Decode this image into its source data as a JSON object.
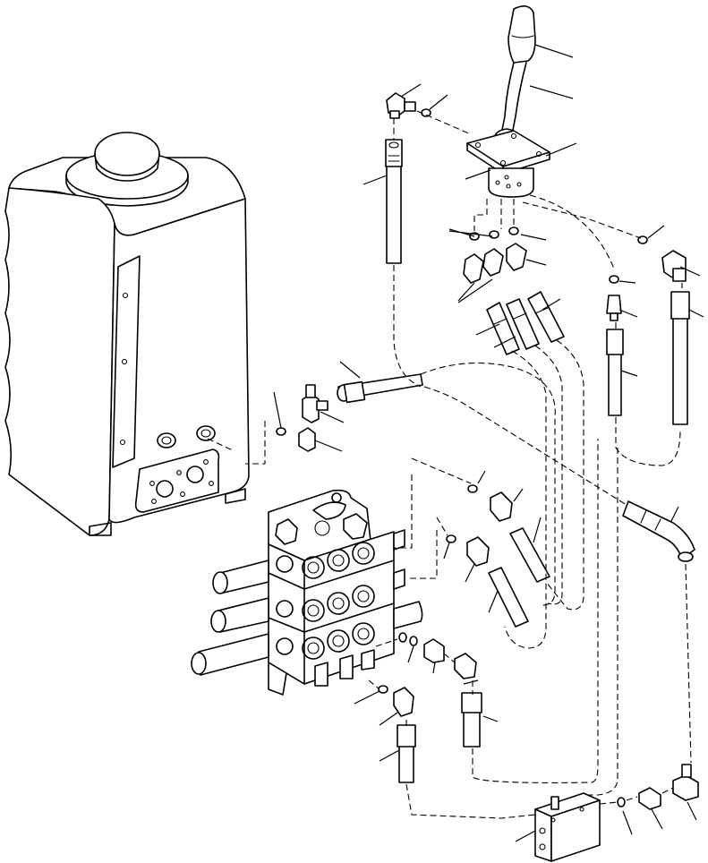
{
  "diagram": {
    "type": "exploded-parts-view",
    "parts": [
      {
        "id": "hydraulic-tank"
      },
      {
        "id": "joystick-handle"
      },
      {
        "id": "joystick-lever"
      },
      {
        "id": "joystick-plate"
      },
      {
        "id": "pilot-valve-body"
      },
      {
        "id": "control-valve-block"
      },
      {
        "id": "solenoid-valve-block"
      },
      {
        "id": "hoses-and-fittings"
      }
    ],
    "line_color": "#000000",
    "background": "#ffffff"
  }
}
